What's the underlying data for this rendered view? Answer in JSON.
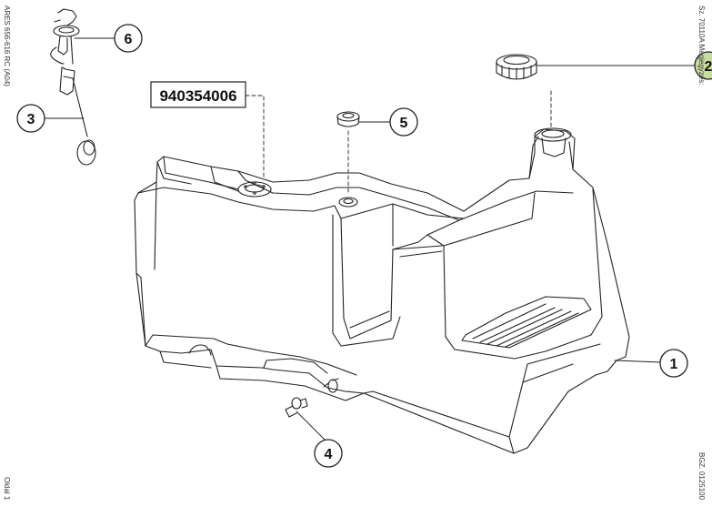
{
  "part_number_box": "940354006",
  "callouts": [
    {
      "id": "callout-1",
      "label": "1",
      "highlight": false
    },
    {
      "id": "callout-2",
      "label": "2",
      "highlight": true
    },
    {
      "id": "callout-3",
      "label": "3",
      "highlight": false
    },
    {
      "id": "callout-4",
      "label": "4",
      "highlight": false
    },
    {
      "id": "callout-5",
      "label": "5",
      "highlight": false
    },
    {
      "id": "callout-6",
      "label": "6",
      "highlight": false
    }
  ],
  "margin_text": {
    "left_top": "ARES 656-616 RC (A04)",
    "left_bottom": "Oldal 1",
    "right_top": "Sz. 70110A  Megjegyzés:",
    "right_bottom": "BGZ. 0125100"
  },
  "colors": {
    "line": "#222222",
    "highlight_fill": "#c8dca0",
    "circle_fill": "#ffffff"
  }
}
